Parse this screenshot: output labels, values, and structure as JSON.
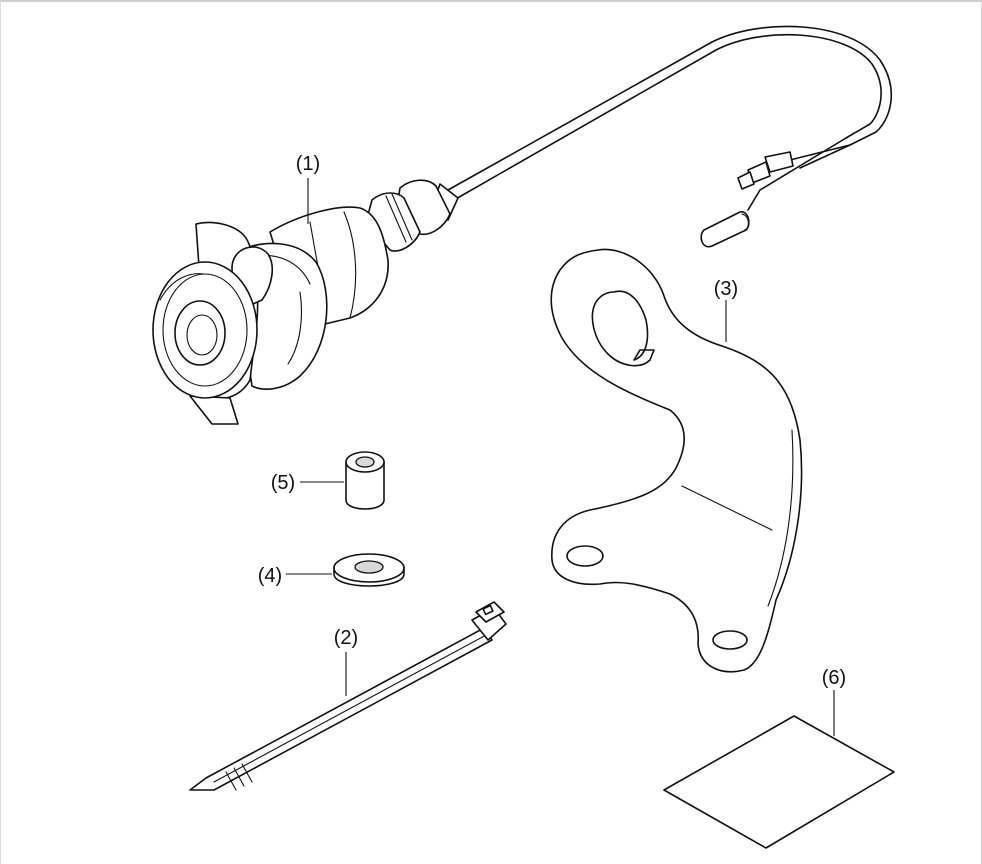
{
  "parts": [
    {
      "id": "socket",
      "label": "(1)"
    },
    {
      "id": "cable_tie",
      "label": "(2)"
    },
    {
      "id": "bracket",
      "label": "(3)"
    },
    {
      "id": "washer",
      "label": "(4)"
    },
    {
      "id": "collar",
      "label": "(5)"
    },
    {
      "id": "pad",
      "label": "(6)"
    }
  ]
}
